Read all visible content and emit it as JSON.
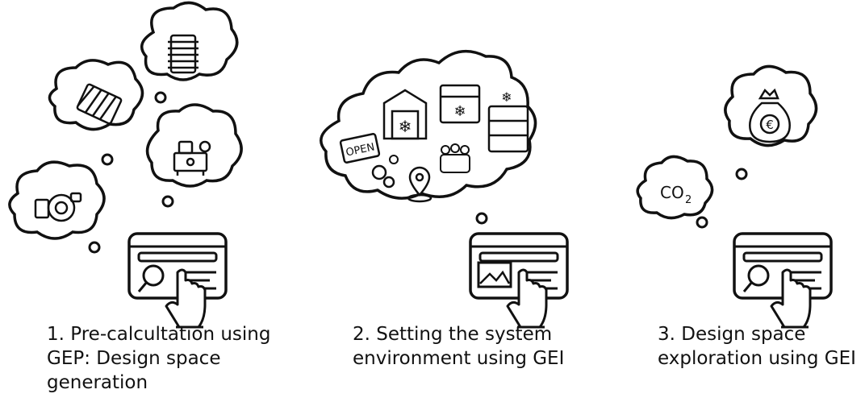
{
  "steps": [
    {
      "lines": [
        "1. Pre-calcultation using",
        "GEP: Design space",
        "generation"
      ]
    },
    {
      "lines": [
        "2. Setting the system",
        "environment using GEI"
      ]
    },
    {
      "lines": [
        "3. Design space",
        "exploration using GEI"
      ]
    }
  ],
  "icons": {
    "open_sign": "OPEN",
    "co2": "CO",
    "co2_sub": "2",
    "euro": "€"
  }
}
